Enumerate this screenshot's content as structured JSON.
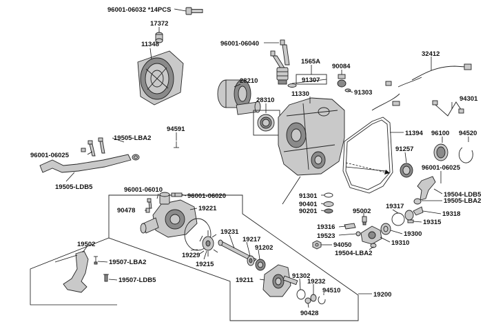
{
  "labels": {
    "p96001_06032": "96001-06032 *14PCS",
    "p17372": "17372",
    "p11348": "11348",
    "p96001_06040": "96001-06040",
    "p1565A": "1565A",
    "p32412": "32412",
    "p90084": "90084",
    "p91307": "91307",
    "p91303": "91303",
    "p28210": "28210",
    "p28310": "28310",
    "p11330": "11330",
    "p94301": "94301",
    "p11394": "11394",
    "p96100": "96100",
    "p94520": "94520",
    "p19505_LBA2_a": "19505-LBA2",
    "p94591": "94591",
    "p96001_06025_a": "96001-06025",
    "p91257": "91257",
    "p96001_06025_b": "96001-06025",
    "p19505_LDB5": "19505-LDB5",
    "p19504_LDB5": "19504-LDB5",
    "p19505_LBA2_b": "19505-LBA2",
    "p96001_06010": "96001-06010",
    "p96001_06020": "96001-06020",
    "p91301": "91301",
    "p90401": "90401",
    "p90201": "90201",
    "p95002": "95002",
    "p19317": "19317",
    "p19318": "19318",
    "p19315": "19315",
    "p90478": "90478",
    "p19221": "19221",
    "p19316": "19316",
    "p19523": "19523",
    "p19300": "19300",
    "p19310": "19310",
    "p94050": "94050",
    "p19504_LBA2": "19504-LBA2",
    "p19231": "19231",
    "p19502": "19502",
    "p19229": "19229",
    "p19217": "19217",
    "p91202": "91202",
    "p19215": "19215",
    "p19507_LBA2": "19507-LBA2",
    "p19507_LDB5": "19507-LDB5",
    "p19211": "19211",
    "p91302": "91302",
    "p19232": "19232",
    "p94510": "94510",
    "p19200": "19200",
    "p90428": "90428"
  }
}
